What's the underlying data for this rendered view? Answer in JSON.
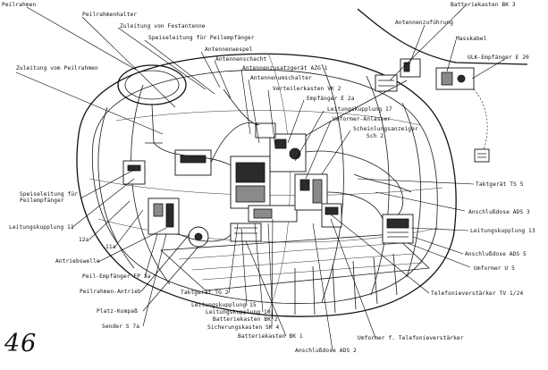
{
  "page_number": "46",
  "labels": {
    "peilrahmen": "Peilrahmen",
    "peilrahmenhalter": "Peilrahmenhalter",
    "zuleitung_festantenne": "Zuleitung von Festantenne",
    "speiseleitung_peilempfaenger": "Speiseleitung für Peilempfänger",
    "antennenwespel": "Antennenwespel",
    "antennenschacht": "Antennenschacht",
    "antennenzusatzgeraet": "Antennenzusatzgerät AZG 1",
    "antennenumschalter": "Antennenumschalter",
    "verteilerkasten": "Verteilerkasten VK 2",
    "empfaenger_e2a": "Empfänger E 2a",
    "leitungskupplung_17_top": "Leitungskupplung 17",
    "umformer_anlasser": "Umformer-Anlasser",
    "scheinlungsanzeiger": "Scheinlungsanzeiger",
    "sch_2": "Sch 2",
    "zuleitung_peilrahmen": "Zuleitung vom Peilrahmen",
    "batteriekasten_bk3": "Batteriekasten BK 3",
    "antennenzufuehrung": "Antennenzuführung",
    "masskabel": "Masskabel",
    "ulk_empfaenger": "ULK-Empfänger E 20",
    "taktgeraet_ts5": "Taktgerät TS 5",
    "anschlussdose_ads3": "Anschlußdose ADS 3",
    "leitungskupplung_13": "Leitungskupplung 13",
    "anschlussdose_ads5": "Anschlußdose ADS 5",
    "umformer_u5": "Umformer U 5",
    "telefonieverstaerker_tv": "Telefonieverstärker TV 1/24",
    "speiseleitung_peilempfaenger_l1": "Speiseleitung für",
    "speiseleitung_peilempfaenger_l2": "Peilempfänger",
    "leitungskupplung_11": "Leitungskupplung 11",
    "label_12a": "12a",
    "label_11a": "11a",
    "antriebswelle": "Antriebswelle",
    "peil_empfaenger": "Peil-Empfänger EP 3a",
    "peilrahmen_antrieb": "Peilrahmen-Antrieb",
    "platz_kompass": "Platz-Kompaß",
    "sender_s7a": "Sender S 7a",
    "taktgeraet_ts2": "Taktgerät TG 2",
    "leitungskupplung_15": "Leitungskupplung 15",
    "leitungskupplung_10": "Leitungskupplung 10",
    "batteriekasten_bk2": "Batteriekasten BK 2",
    "sicherungskasten_sk4": "Sicherungskasten SK 4",
    "batteriekasten_bk1": "Batteriekasten BK 1",
    "anschlussdose_ads2": "Anschlußdose ADS 2",
    "umformer_telefonieverstaerker": "Umformer f. Telefonieverstärker"
  }
}
